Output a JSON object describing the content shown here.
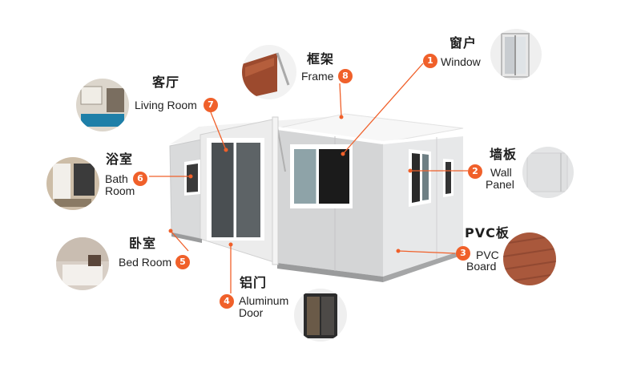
{
  "accent_color": "#f0602a",
  "callouts": [
    {
      "number": "1",
      "zh": "窗户",
      "en_lines": [
        "Window"
      ],
      "icon": "window-photo"
    },
    {
      "number": "2",
      "zh": "墙板",
      "en_lines": [
        "Wall",
        "Panel"
      ],
      "icon": "wall-panel-photo"
    },
    {
      "number": "3",
      "zh": "PVC板",
      "en_lines": [
        "PVC",
        "Board"
      ],
      "icon": "pvc-board-photo"
    },
    {
      "number": "4",
      "zh": "铝门",
      "en_lines": [
        "Aluminum",
        "Door"
      ],
      "icon": "aluminum-door-photo"
    },
    {
      "number": "5",
      "zh": "卧室",
      "en_lines": [
        "Bed Room"
      ],
      "icon": "bedroom-photo"
    },
    {
      "number": "6",
      "zh": "浴室",
      "en_lines": [
        "Bath",
        "Room"
      ],
      "icon": "bathroom-photo"
    },
    {
      "number": "7",
      "zh": "客厅",
      "en_lines": [
        "Living Room"
      ],
      "icon": "living-room-photo"
    },
    {
      "number": "8",
      "zh": "框架",
      "en_lines": [
        "Frame"
      ],
      "icon": "frame-photo"
    }
  ]
}
